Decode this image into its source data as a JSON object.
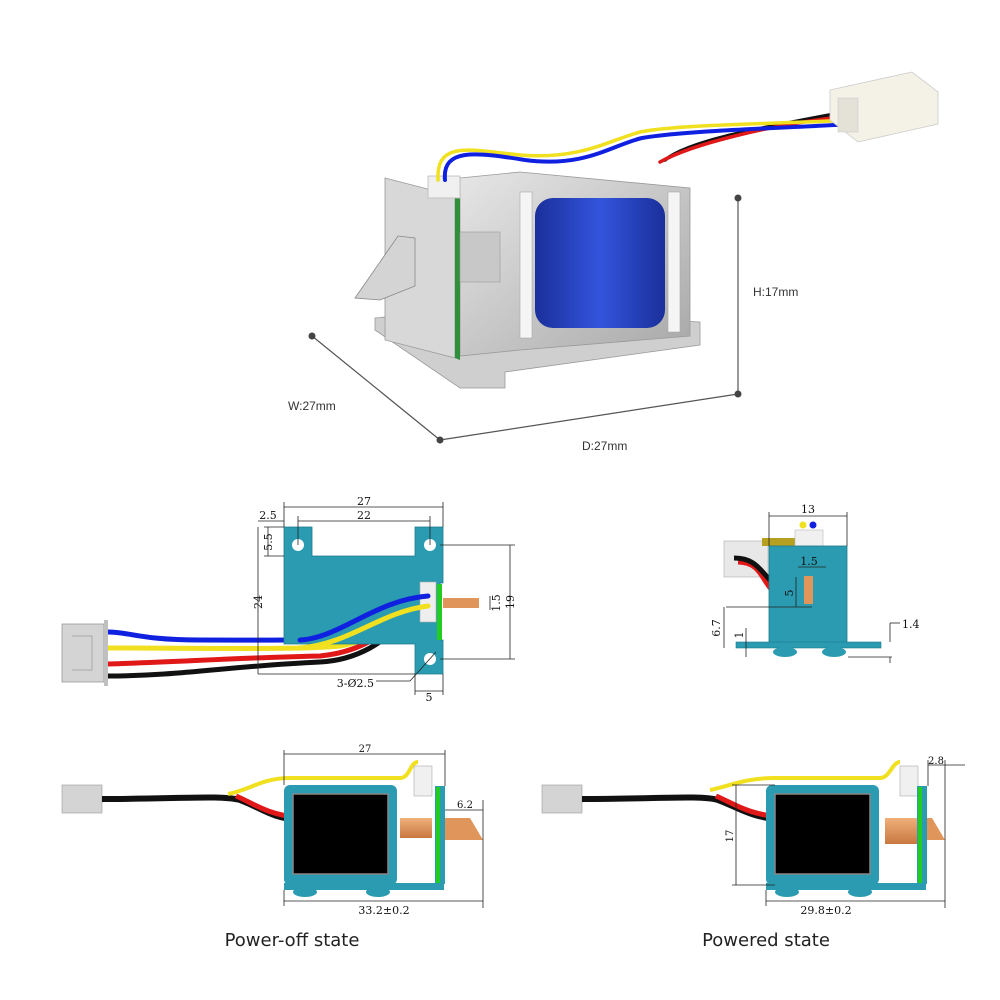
{
  "iso_view": {
    "labels": {
      "height": "H:17mm",
      "width": "W:27mm",
      "depth": "D:27mm"
    },
    "colors": {
      "coil": "#2a46c8",
      "frame": "#c8c8c8",
      "connector": "#f2f0e6",
      "pcb": "#2f8f3a"
    },
    "wires": [
      "black",
      "red",
      "yellow",
      "blue"
    ]
  },
  "top_view": {
    "dims": {
      "overall_width": "27",
      "hole_spacing": "22",
      "hole_offset": "2.5",
      "hole_edge": "5.5",
      "overall_height": "24",
      "hole_vertical": "19",
      "plunger_width": "1.5",
      "holes": "3-Ø2.5",
      "tab_width": "5"
    }
  },
  "side_view": {
    "dims": {
      "body_width": "13",
      "plunger_width": "1.5",
      "plunger_height": "5",
      "plunger_offset": "6.7",
      "base_thickness": "1",
      "foot_height": "1.4"
    }
  },
  "power_off": {
    "caption": "Power-off state",
    "dims": {
      "body_length": "27",
      "plunger_extension": "6.2",
      "total_length": "33.2±0.2"
    }
  },
  "powered": {
    "caption": "Powered state",
    "dims": {
      "height": "17",
      "plunger_extension": "2.8",
      "total_length": "29.8±0.2"
    }
  },
  "colors": {
    "body_teal": "#2a9bb0",
    "wire_blue": "#1020e0",
    "wire_yellow": "#f0e020",
    "wire_red": "#e01818",
    "wire_black": "#111111",
    "plunger": "#e0955a",
    "pcb_green": "#22cc22"
  }
}
